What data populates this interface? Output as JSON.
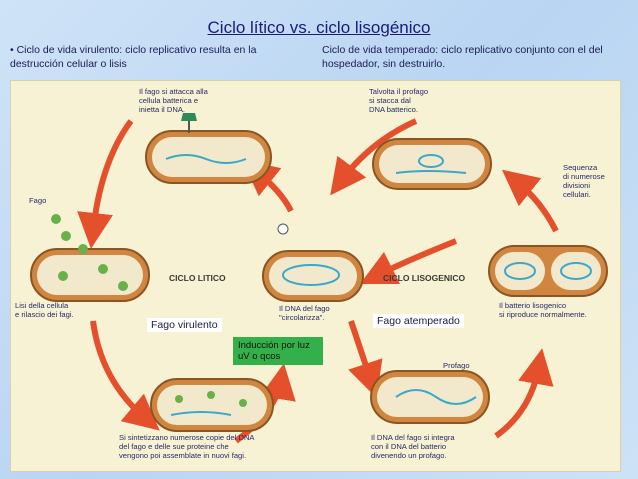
{
  "title": "Ciclo lítico vs. ciclo lisogénico",
  "left_desc": "• Ciclo de vida virulento: ciclo replicativo resulta en la destrucción celular o lisis",
  "right_desc": "Ciclo de vida temperado: ciclo replicativo conjunto con el del hospedador, sin destruirlo.",
  "diagram": {
    "labels": {
      "attach": "Il fago si attacca alla\ncellula batterica e\ninietta il DNA.",
      "fago": "Fago",
      "lysis": "Lisi della cellula\ne rilascio dei fagi.",
      "lytic_cycle": "CICLO LITICO",
      "circularize": "Il DNA del fago\n\"circolarizza\".",
      "synthesis": "Si sintetizzano numerose copie del DNA\ndel fago e delle sue proteine che\nvengono poi assemblate in nuovi fagi.",
      "excise": "Talvolta il profago\nsi stacca dal\nDNA batterico.",
      "sequence": "Sequenza\ndi numerose\ndivisioni\ncellulari.",
      "lysogenic_cycle": "CICLO LISOGENICO",
      "reproduce": "Il batterio lisogenico\nsi riproduce normalmente.",
      "profago": "Profago",
      "integrate": "Il DNA del fago si integra\ncon il DNA del batterio\ndivenendo un profago."
    },
    "fago_virulento": "Fago virulento",
    "fago_atemperado": "Fago atemperado",
    "induccion": "Inducción por luz uV o qcos"
  }
}
